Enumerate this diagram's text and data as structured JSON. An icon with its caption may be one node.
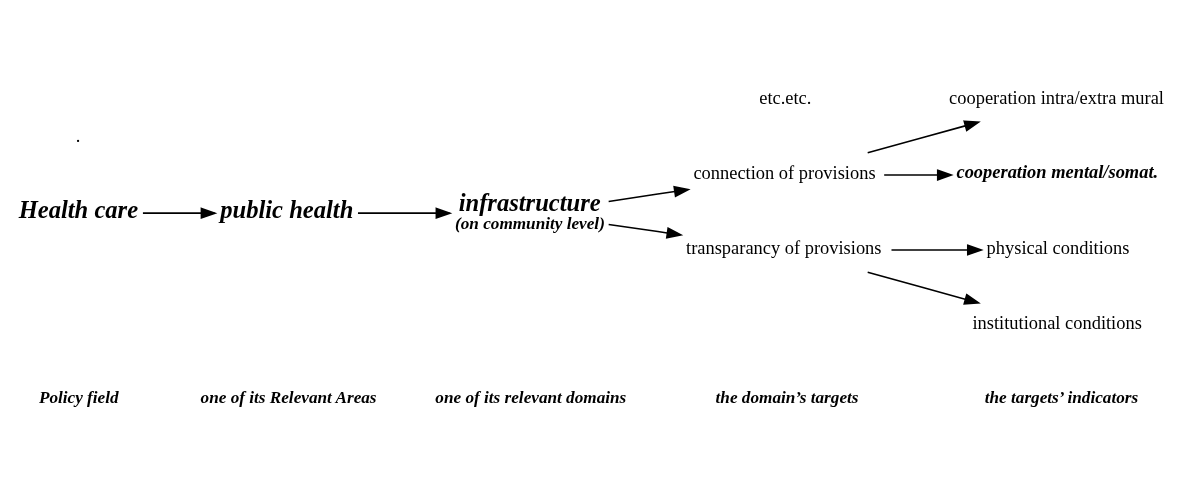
{
  "diagram": {
    "nodes": [
      {
        "text": [
          "Health care"
        ]
      },
      {
        "text": [
          "public health"
        ]
      },
      {
        "text": [
          "infrastructure",
          "(on community level)"
        ]
      },
      {
        "text": [
          "connection of provisions"
        ]
      },
      {
        "text": [
          "transparancy of provisions"
        ]
      },
      {
        "text": [
          "cooperation intra/extra mural"
        ]
      },
      {
        "text": [
          "cooperation mental/somat."
        ]
      },
      {
        "text": [
          "physical conditions"
        ]
      },
      {
        "text": [
          "institutional conditions"
        ]
      }
    ],
    "edges": [
      {
        "from": 0,
        "to": 1,
        "arrow": "to"
      },
      {
        "from": 1,
        "to": 2,
        "arrow": "to"
      },
      {
        "from": 2,
        "to": 3,
        "arrow": "to"
      },
      {
        "from": 2,
        "to": 4,
        "arrow": "to"
      },
      {
        "from": 3,
        "to": 5,
        "arrow": "to"
      },
      {
        "from": 3,
        "to": 6,
        "arrow": "to"
      },
      {
        "from": 4,
        "to": 7,
        "arrow": "to"
      },
      {
        "from": 4,
        "to": 8,
        "arrow": "to"
      }
    ],
    "labels": [
      "Policy field",
      "one of its Relevant Areas",
      "one of its relevant domains",
      "the domain’s targets",
      "the targets’ indicators",
      ".",
      "etc.etc."
    ]
  }
}
